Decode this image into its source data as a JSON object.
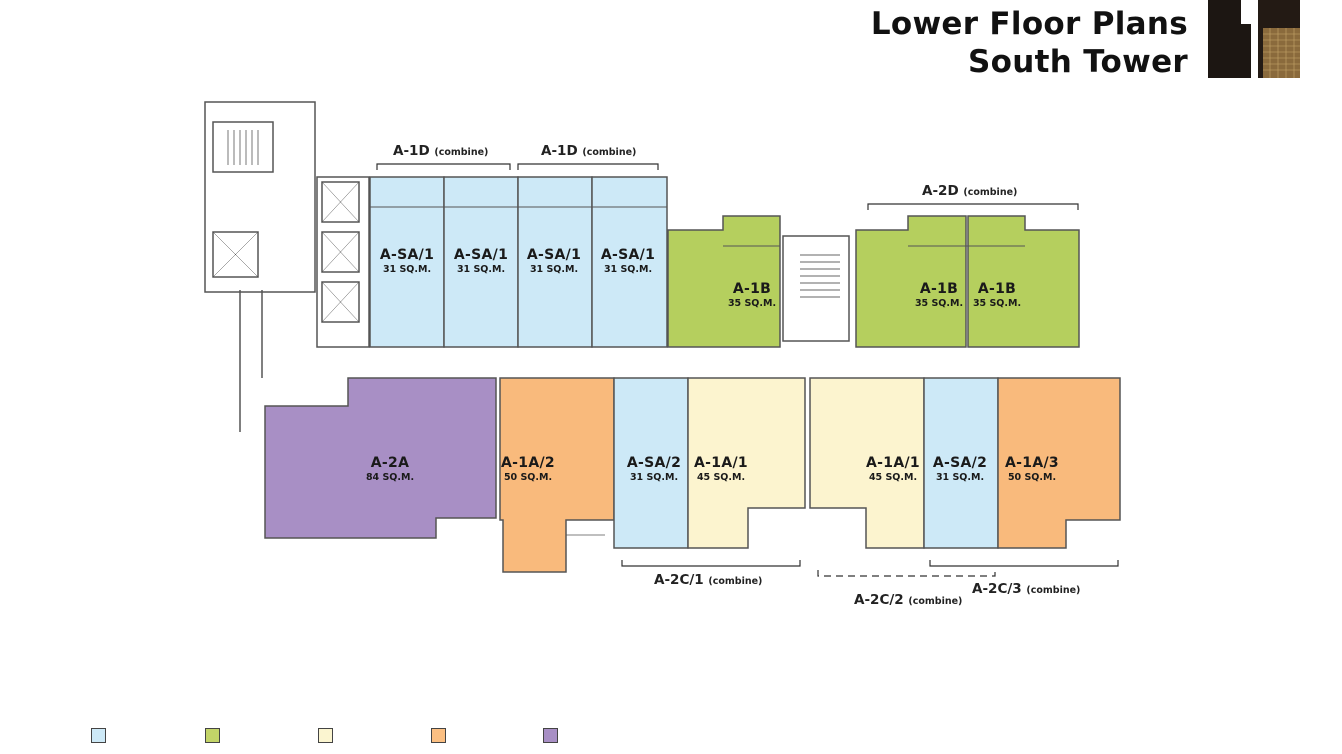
{
  "header": {
    "title_line1": "Lower Floor Plans",
    "title_line2": "South Tower"
  },
  "colors": {
    "studio": "#cce8f6",
    "one_bed_b": "#a8c85a",
    "one_bed_a1": "#fcf3cc",
    "one_bed_a23": "#f9b878",
    "two_bed": "#a48ac4",
    "wall": "#555555"
  },
  "upper_units": [
    {
      "code": "A-SA/1",
      "area": "31 SQ.M."
    },
    {
      "code": "A-SA/1",
      "area": "31 SQ.M."
    },
    {
      "code": "A-SA/1",
      "area": "31 SQ.M."
    },
    {
      "code": "A-SA/1",
      "area": "31 SQ.M."
    },
    {
      "code": "A-1B",
      "area": "35 SQ.M."
    },
    {
      "code": "A-1B",
      "area": "35 SQ.M."
    },
    {
      "code": "A-1B",
      "area": "35 SQ.M."
    }
  ],
  "lower_units": [
    {
      "code": "A-2A",
      "area": "84 SQ.M."
    },
    {
      "code": "A-1A/2",
      "area": "50 SQ.M."
    },
    {
      "code": "A-SA/2",
      "area": "31 SQ.M."
    },
    {
      "code": "A-1A/1",
      "area": "45 SQ.M."
    },
    {
      "code": "A-1A/1",
      "area": "45 SQ.M."
    },
    {
      "code": "A-SA/2",
      "area": "31 SQ.M."
    },
    {
      "code": "A-1A/3",
      "area": "50 SQ.M."
    }
  ],
  "combine_labels": [
    {
      "code": "A-1D",
      "note": "(combine)"
    },
    {
      "code": "A-1D",
      "note": "(combine)"
    },
    {
      "code": "A-2D",
      "note": "(combine)"
    },
    {
      "code": "A-2C/1",
      "note": "(combine)"
    },
    {
      "code": "A-2C/2",
      "note": "(combine)"
    },
    {
      "code": "A-2C/3",
      "note": "(combine)"
    }
  ],
  "legend": [
    {
      "color": "#cde9f7"
    },
    {
      "color": "#c3d468"
    },
    {
      "color": "#fbf5d0"
    },
    {
      "color": "#fbbf82"
    },
    {
      "color": "#a88fc5"
    }
  ]
}
